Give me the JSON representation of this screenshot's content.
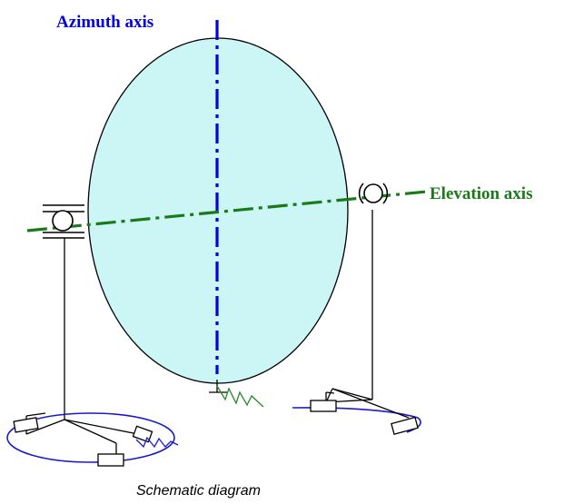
{
  "labels": {
    "azimuth_axis": "Azimuth axis",
    "elevation_axis": "Elevation axis",
    "caption": "Schematic diagram"
  },
  "colors": {
    "dish_fill": "#ccf5f5",
    "azimuth_axis": "#0000e0",
    "elevation_axis": "#1a7a1a",
    "outline": "#000000",
    "track": "#1a1acc",
    "spring": "#2a8a2a"
  }
}
